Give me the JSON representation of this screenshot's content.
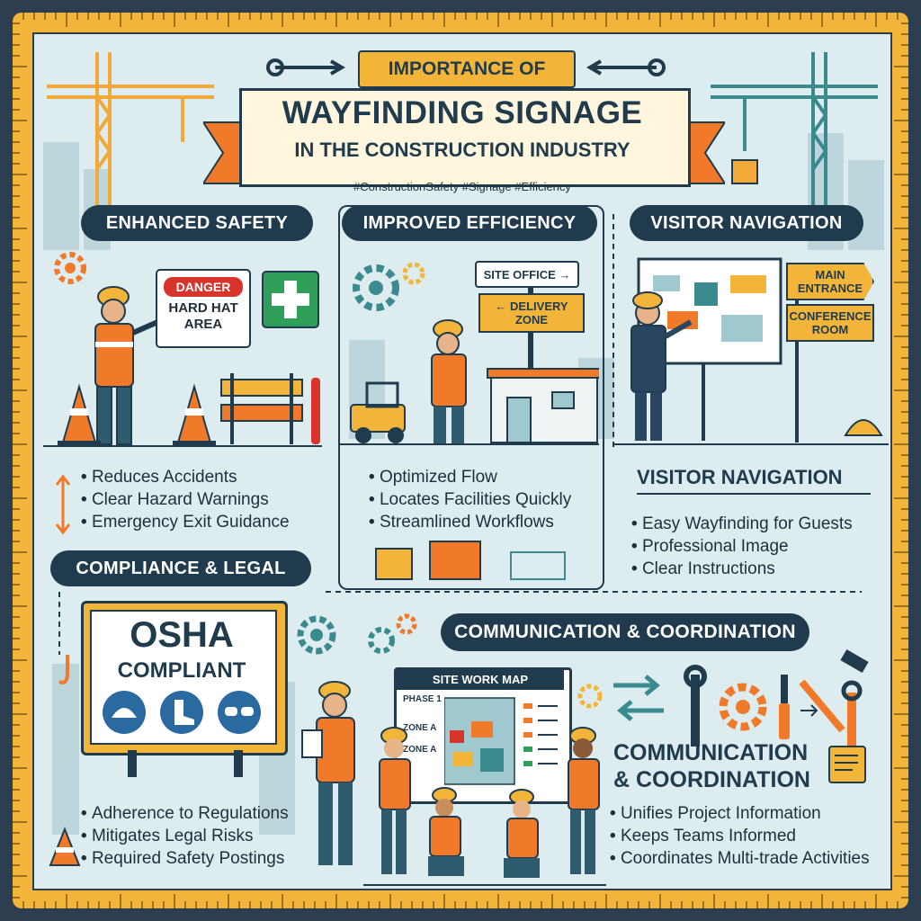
{
  "header": {
    "kicker": "IMPORTANCE OF",
    "title": "WAYFINDING SIGNAGE",
    "subtitle": "IN THE CONSTRUCTION INDUSTRY",
    "hashtags": "#ConstructionSafety #Signage #Efficiency"
  },
  "sections": {
    "safety": {
      "title": "ENHANCED SAFETY",
      "sign_danger": "DANGER",
      "sign_text": "HARD HAT AREA",
      "bullets": [
        "Reduces Accidents",
        "Clear Hazard Warnings",
        "Emergency Exit Guidance"
      ]
    },
    "efficiency": {
      "title": "IMPROVED EFFICIENCY",
      "sign_site_office": "SITE OFFICE →",
      "sign_delivery": "← DELIVERY ZONE",
      "bullets": [
        "Optimized Flow",
        "Locates Facilities Quickly",
        "Streamlined Workflows"
      ]
    },
    "visitor": {
      "title": "VISITOR NAVIGATION",
      "sign_main": "MAIN ENTRANCE",
      "sign_conf": "CONFERENCE ROOM",
      "subheading": "VISITOR NAVIGATION",
      "bullets": [
        "Easy Wayfinding for Guests",
        "Professional Image",
        "Clear Instructions"
      ]
    },
    "compliance": {
      "title": "COMPLIANCE & LEGAL",
      "osha": "OSHA",
      "compliant": "COMPLIANT",
      "bullets": [
        "Adherence to Regulations",
        "Mitigates Legal Risks",
        "Required Safety Postings"
      ]
    },
    "communication": {
      "title": "COMMUNICATION & COORDINATION",
      "map_title": "SITE WORK MAP",
      "map_phase": "PHASE 1",
      "map_zone1": "ZONE A",
      "map_zone2": "ZONE A",
      "heading_line1": "COMMUNICATION",
      "heading_line2": "& COORDINATION",
      "bullets": [
        "Unifies Project Information",
        "Keeps Teams Informed",
        "Coordinates Multi-trade Activities"
      ]
    }
  },
  "colors": {
    "navy": "#1f3b4d",
    "orange": "#f07a2a",
    "yellow": "#f2b53a",
    "teal": "#3a8a8f",
    "bg": "#dcecef"
  }
}
